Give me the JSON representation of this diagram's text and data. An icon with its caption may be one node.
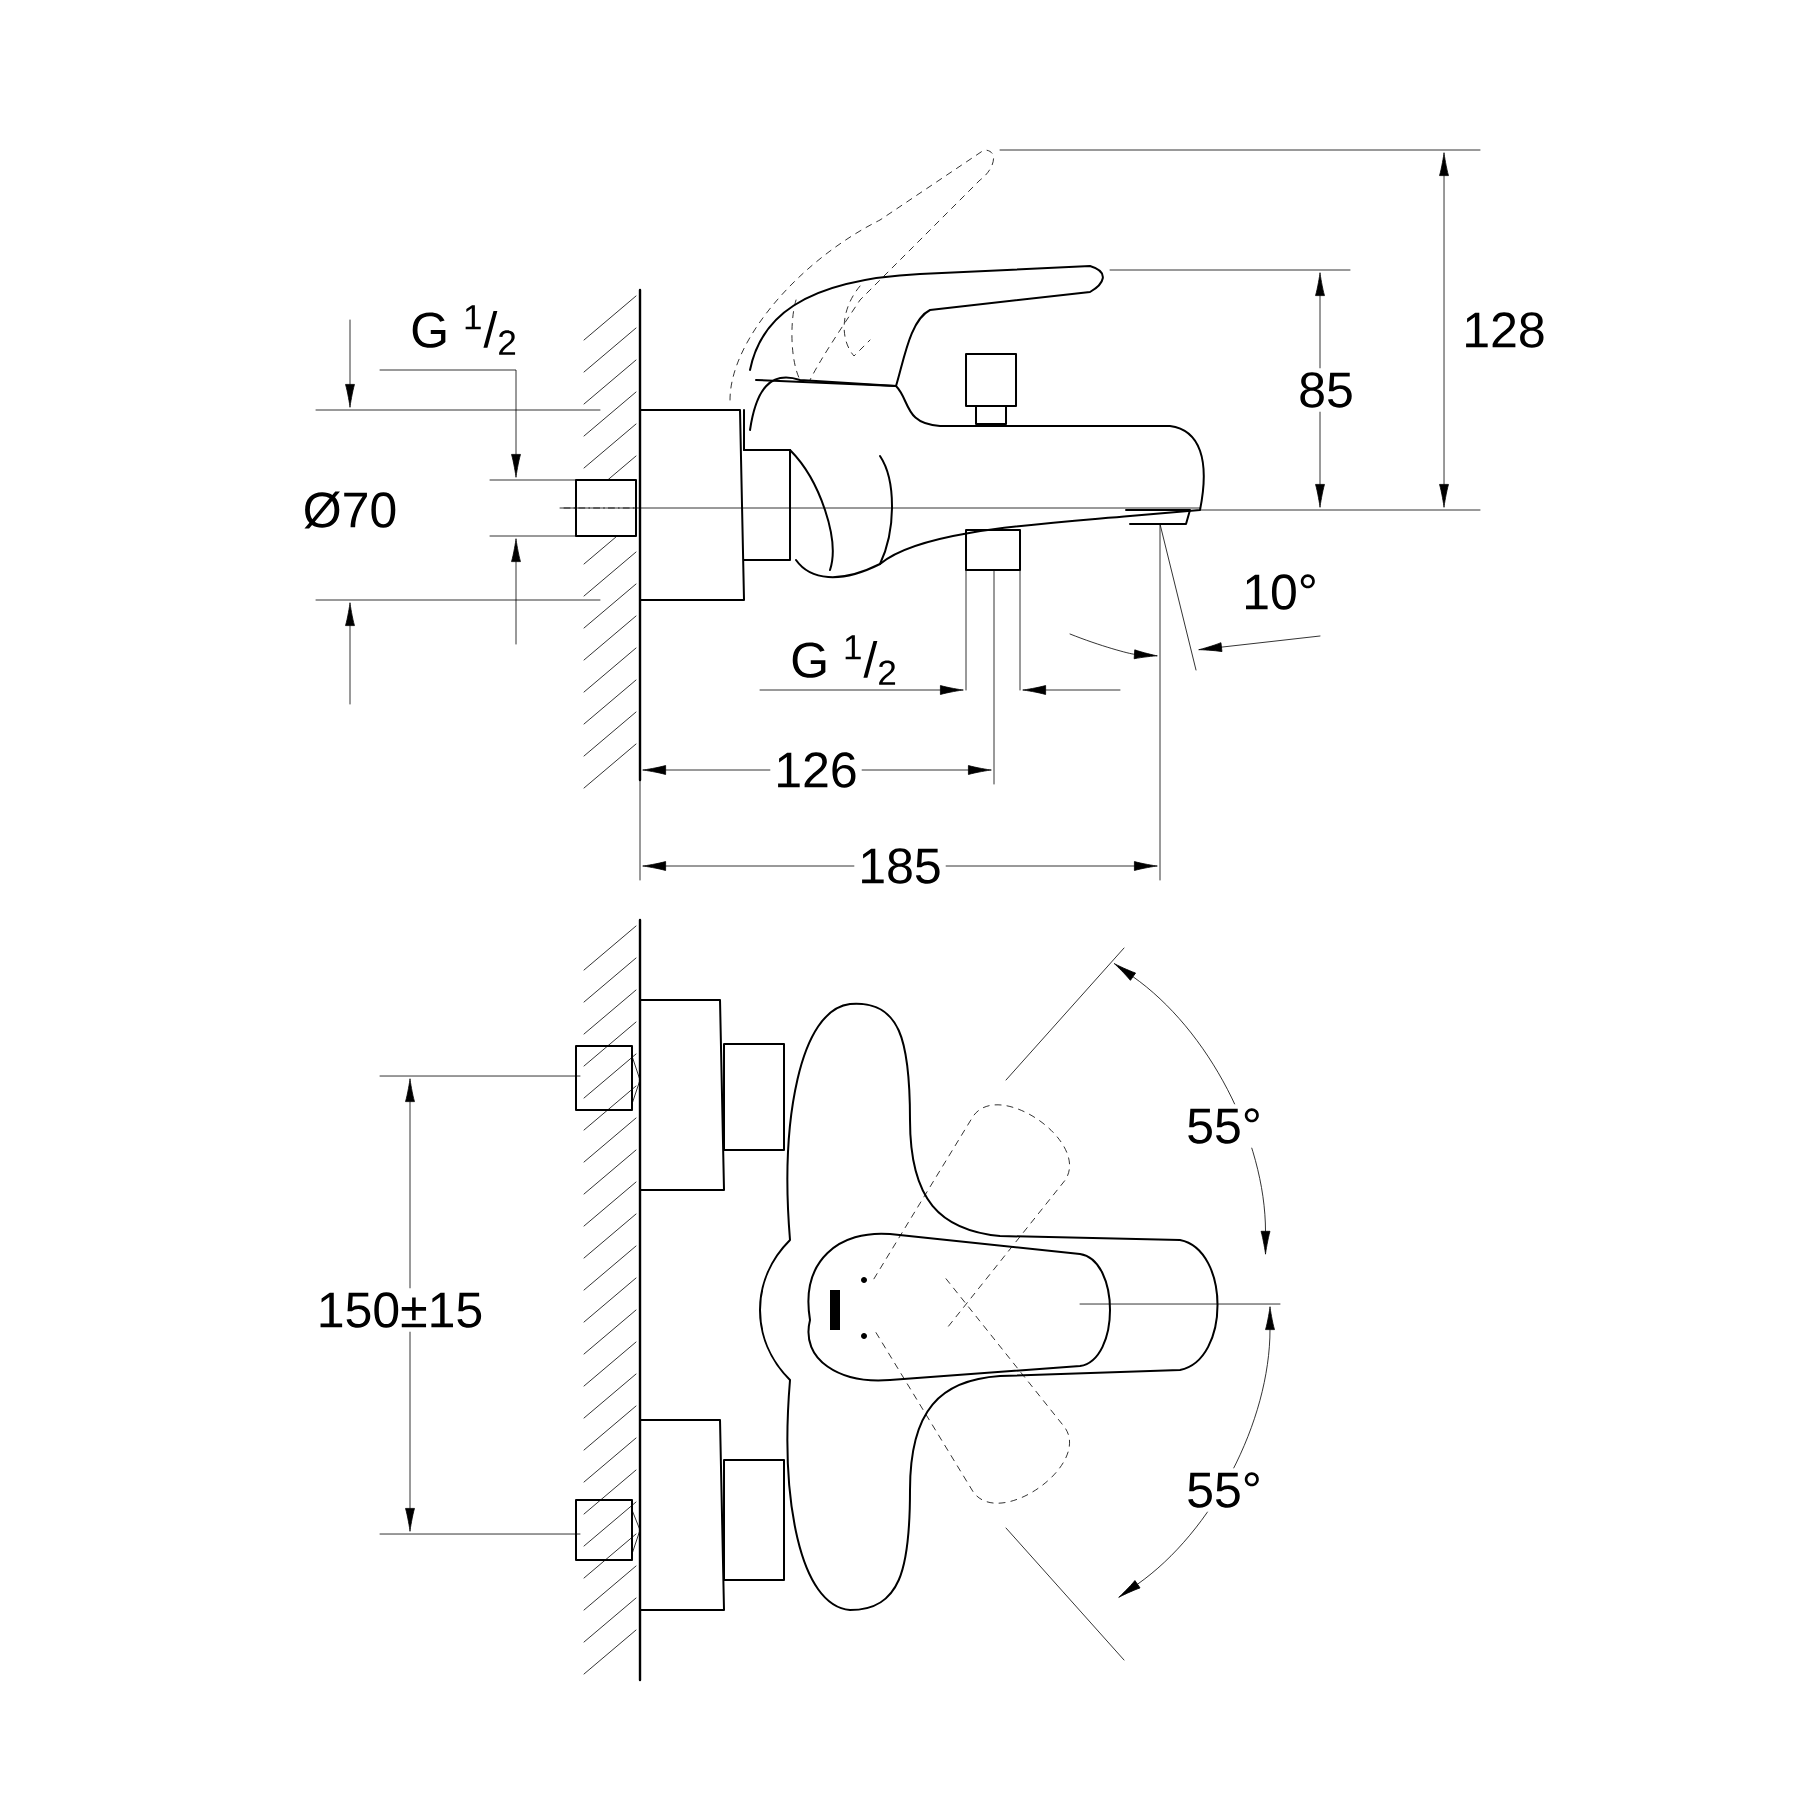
{
  "diagram": {
    "labels": [
      "G $^{1}$/$_{2}$",
      "Ø70",
      "128",
      "85",
      "10°",
      "G $^{1}$/$_{2}$",
      "126",
      "185",
      "55°",
      "150±15",
      "55°"
    ]
  }
}
